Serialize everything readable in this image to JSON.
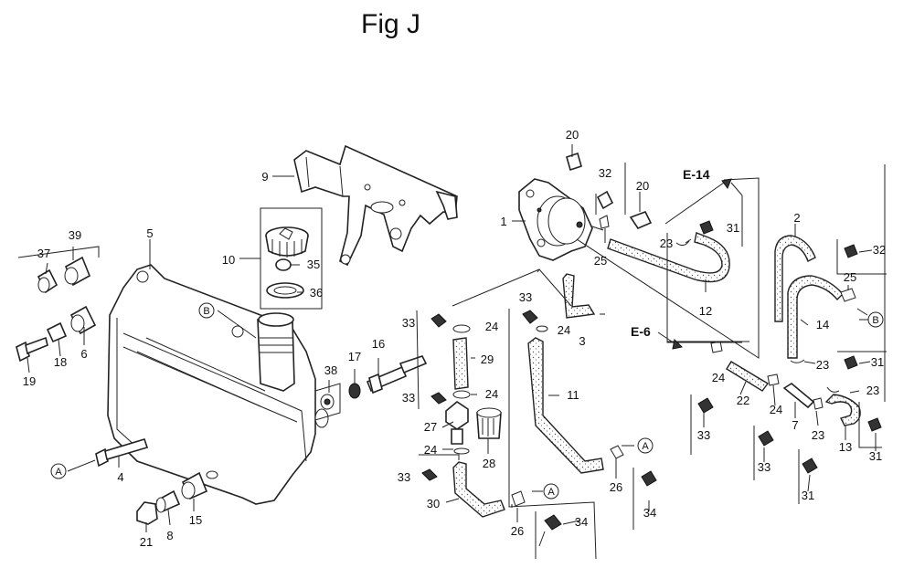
{
  "title": "Fig J",
  "refs": {
    "e14": "E-14",
    "e6": "E-6"
  },
  "letters": {
    "a": "A",
    "b": "B"
  },
  "labels": {
    "p1": "1",
    "p2": "2",
    "p3": "3",
    "p4": "4",
    "p5": "5",
    "p6": "6",
    "p7": "7",
    "p8": "8",
    "p9": "9",
    "p10": "10",
    "p11": "11",
    "p12": "12",
    "p13": "13",
    "p14": "14",
    "p15": "15",
    "p16": "16",
    "p17": "17",
    "p18": "18",
    "p19": "19",
    "p20": "20",
    "p21": "21",
    "p22": "22",
    "p23": "23",
    "p24": "24",
    "p25": "25",
    "p26": "26",
    "p27": "27",
    "p28": "28",
    "p29": "29",
    "p30": "30",
    "p31": "31",
    "p32": "32",
    "p33": "33",
    "p34": "34",
    "p35": "35",
    "p36": "36",
    "p37": "37",
    "p38": "38",
    "p39": "39"
  }
}
